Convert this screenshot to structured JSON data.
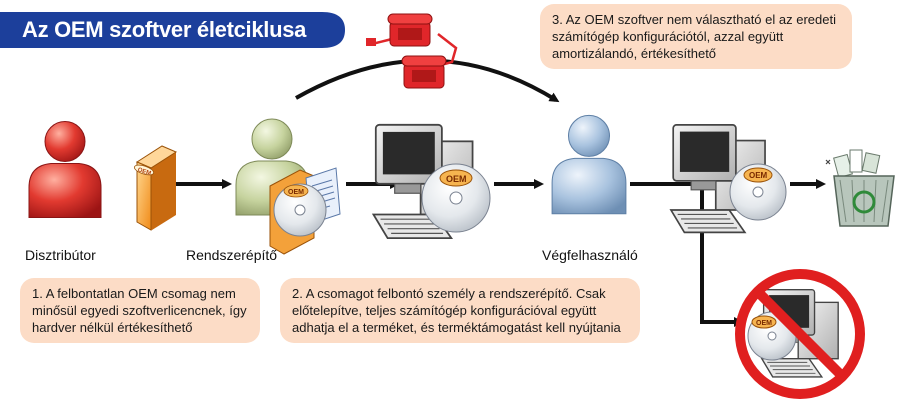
{
  "title": "Az OEM szoftver életciklusa",
  "colors": {
    "title_bg": "#1c3f9b",
    "callout_bg": "#fcdcc6",
    "arrow": "#111111",
    "distributor_red": "#d42a2a",
    "builder_green": "#c9d6a2",
    "enduser_blue": "#a9c3df",
    "phone_red": "#e0262a",
    "ban_red": "#e01f1f"
  },
  "actors": {
    "distributor": "Disztribútor",
    "builder": "Rendszerépítő",
    "enduser": "Végfelhasználó"
  },
  "badges": {
    "box": "OEM",
    "disc": "OEM"
  },
  "callouts": {
    "c1": [
      "1. A felbontatlan OEM csomag nem",
      "minősül egyedi szoftverlicencnek, így",
      "hardver nélkül értékesíthető"
    ],
    "c2": [
      "2. A csomagot felbontó személy a rendszerépítő. Csak",
      "előtelepítve, teljes számítógép konfigurációval együtt",
      "adhatja el a terméket, és terméktámogatást kell nyújtania"
    ],
    "c3": [
      "3. Az OEM szoftver nem választható el az eredeti",
      "számítógép konfigurációtól, azzal együtt",
      "amortizálandó, értékesíthető"
    ]
  },
  "icons": [
    "person-red-icon",
    "person-green-icon",
    "person-blue-icon",
    "oem-box-icon",
    "document-icon",
    "computer-icon",
    "cd-icon",
    "phone-icon",
    "recycle-bin-icon",
    "prohibited-icon"
  ]
}
